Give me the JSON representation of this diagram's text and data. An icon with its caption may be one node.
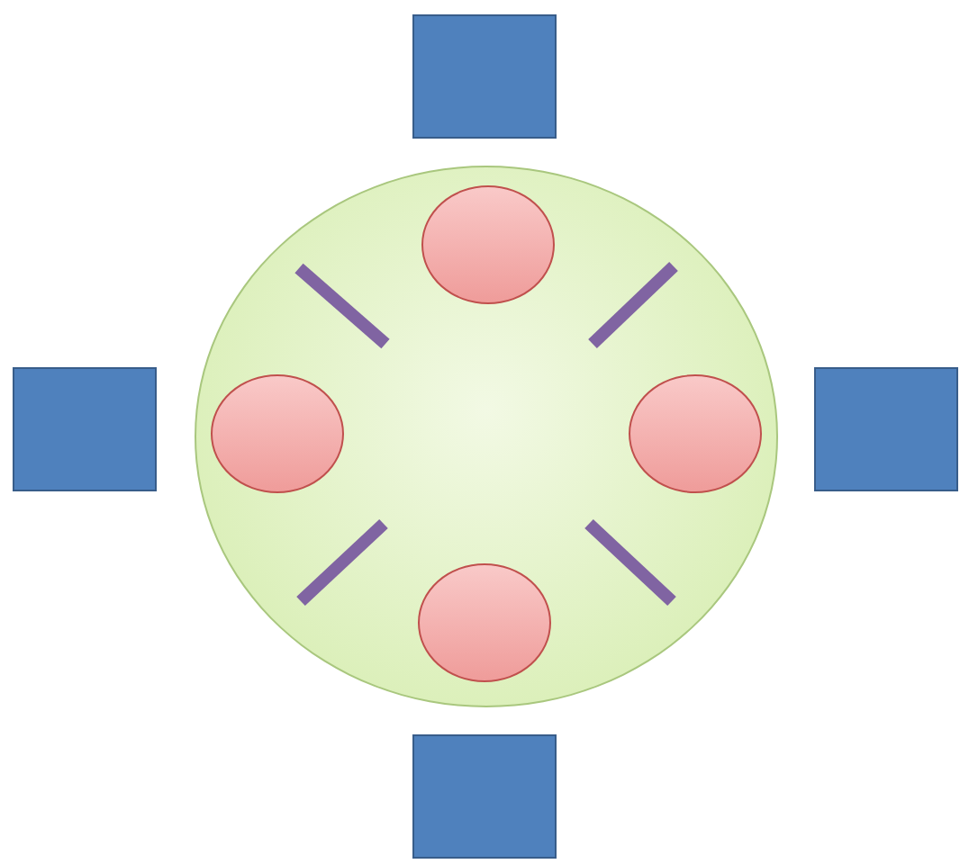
{
  "diagram": {
    "nodes": [
      {
        "text": [],
        "shape": "box"
      },
      {
        "text": [],
        "shape": "circle"
      },
      {
        "text": [],
        "shape": "circle",
        "in": 1
      },
      {
        "text": [],
        "shape": "bar",
        "in": 1
      },
      {
        "text": [],
        "shape": "bar",
        "in": 1
      },
      {
        "text": [],
        "shape": "box"
      },
      {
        "text": [],
        "shape": "circle",
        "in": 1
      },
      {
        "text": [],
        "shape": "circle",
        "in": 1
      },
      {
        "text": [],
        "shape": "box"
      },
      {
        "text": [],
        "shape": "bar",
        "in": 1
      },
      {
        "text": [],
        "shape": "bar",
        "in": 1
      },
      {
        "text": [],
        "shape": "circle",
        "in": 1
      },
      {
        "text": [],
        "shape": "box"
      }
    ]
  }
}
